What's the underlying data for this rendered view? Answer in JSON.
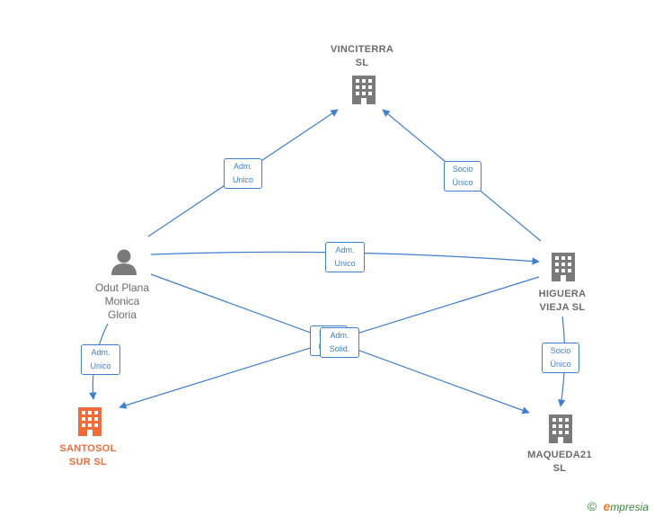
{
  "nodes": {
    "vinciterra": {
      "lines": [
        "VINCITERRA",
        "SL"
      ],
      "type": "company",
      "color": "#7a7a7a"
    },
    "higuera": {
      "lines": [
        "HIGUERA",
        "VIEJA  SL"
      ],
      "type": "company",
      "color": "#7a7a7a"
    },
    "maqueda": {
      "lines": [
        "MAQUEDA21",
        "SL"
      ],
      "type": "company",
      "color": "#7a7a7a"
    },
    "santosol": {
      "lines": [
        "SANTOSOL",
        "SUR  SL"
      ],
      "type": "company",
      "color": "#f26b3a"
    },
    "person": {
      "lines": [
        "Odut Plana",
        "Monica",
        "Gloria"
      ],
      "type": "person",
      "color": "#7a7a7a"
    }
  },
  "edges": {
    "person_vinciterra": {
      "lines": [
        "Adm.",
        "Unico"
      ]
    },
    "higuera_vinciterra": {
      "lines": [
        "Socio",
        "Único"
      ]
    },
    "person_higuera": {
      "lines": [
        "Adm.",
        "Unico"
      ]
    },
    "person_santosol": {
      "lines": [
        "Adm.",
        "Unico"
      ]
    },
    "higuera_santosol": {
      "lines": [
        "Socio",
        "Único"
      ]
    },
    "person_maqueda": {
      "lines": [
        "Adm.",
        "Solid."
      ]
    },
    "higuera_maqueda": {
      "lines": [
        "Socio",
        "Único"
      ]
    }
  },
  "colors": {
    "edge": "#3f7fcf",
    "node_gray": "#7a7a7a",
    "highlight": "#f26b3a"
  },
  "footer": {
    "copyright": "©",
    "brand_initial": "e",
    "brand_rest": "mpresia"
  }
}
